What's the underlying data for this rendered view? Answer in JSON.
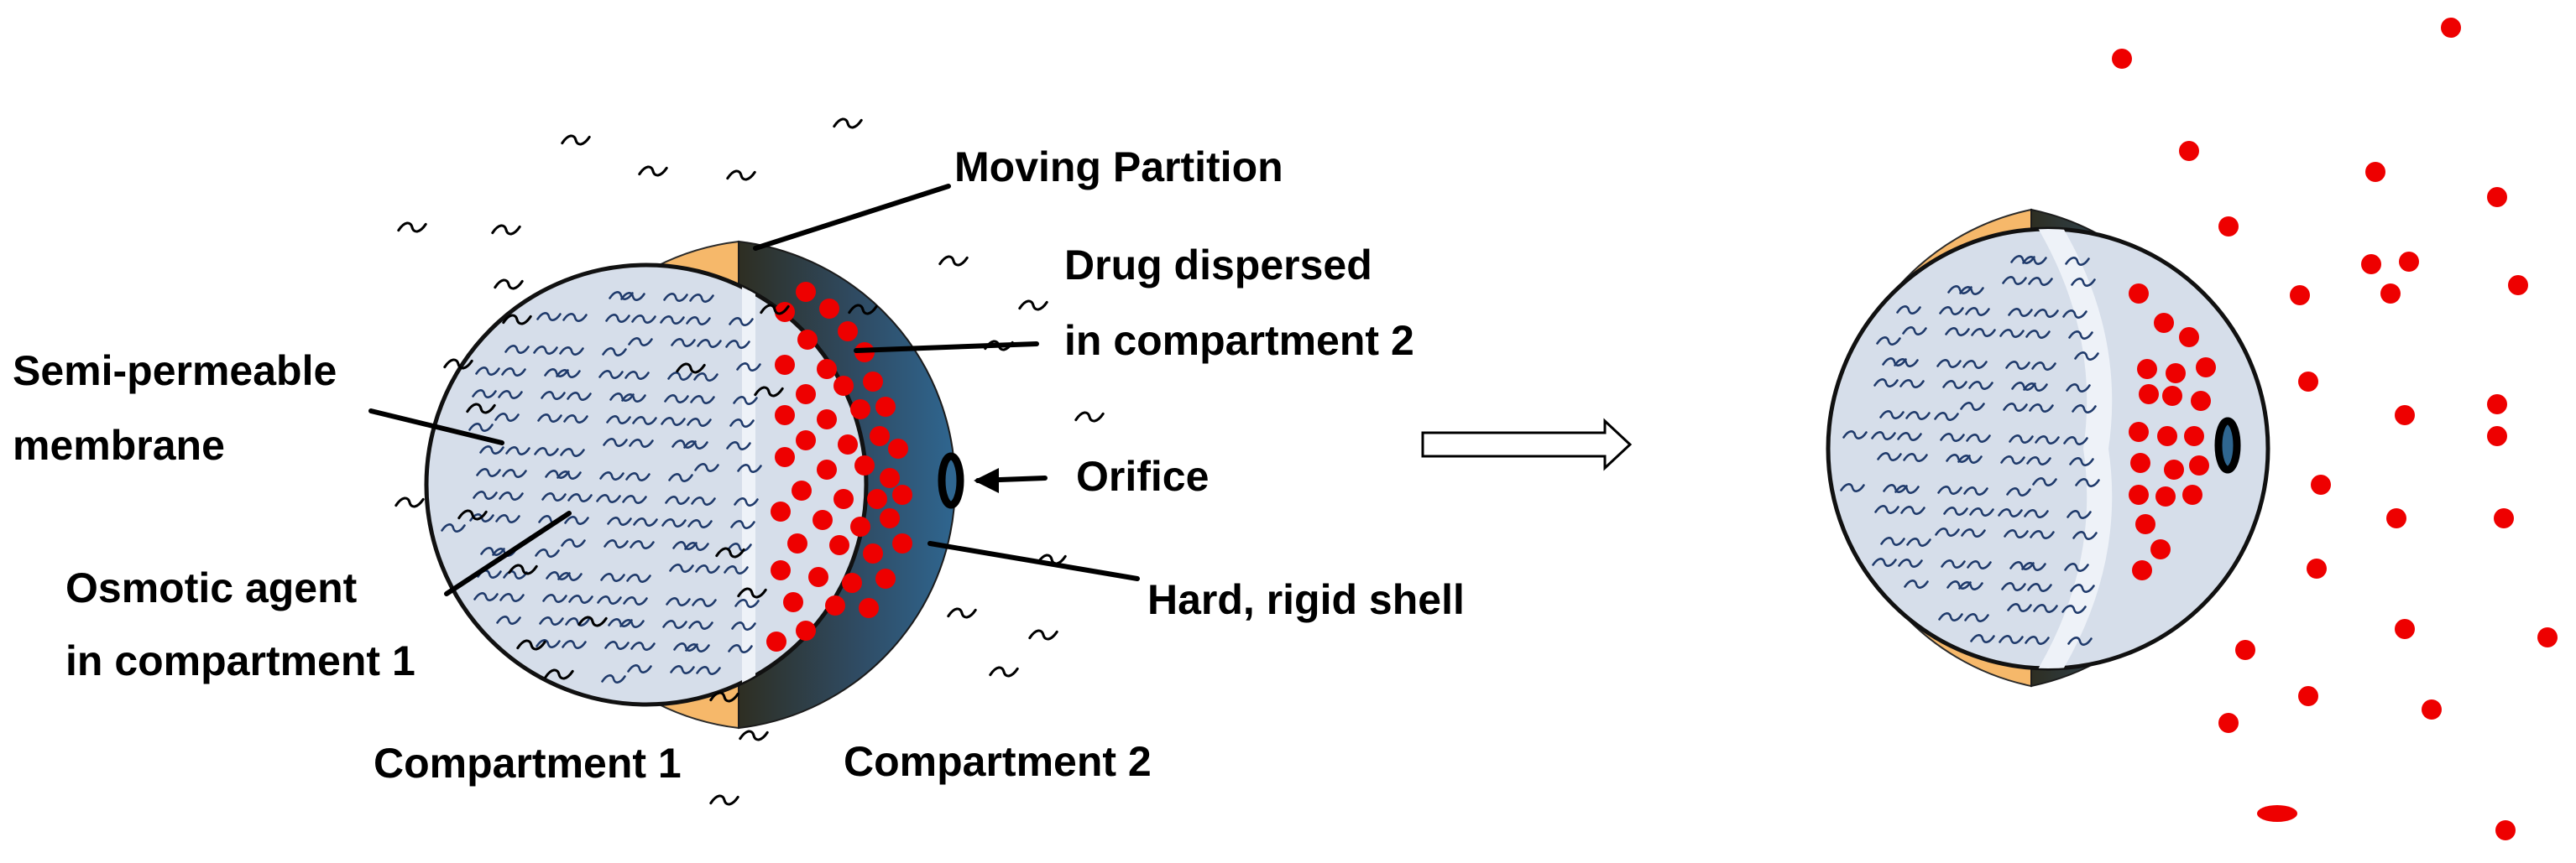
{
  "labels": {
    "moving_partition": "Moving Partition",
    "drug_line1": "Drug dispersed",
    "drug_line2": "in compartment 2",
    "semi_line1": "Semi-permeable",
    "semi_line2": "membrane",
    "orifice": "Orifice",
    "osmotic_line1": "Osmotic agent",
    "osmotic_line2": "in compartment 1",
    "shell": "Hard, rigid shell",
    "compartment1": "Compartment 1",
    "compartment2": "Compartment 2"
  },
  "colors": {
    "membrane": "#F6B86A",
    "shell_dark": "#2E2E22",
    "shell_blue": "#2F6690",
    "interior": "#D6DEEA",
    "osmotic_glyph": "#1F3A6B",
    "drug": "#EE0000",
    "water_glyph": "#000000",
    "partition": "#E8EEF6"
  },
  "icons": {
    "water": "tilde",
    "osmotic_agent": "tilde",
    "drug": "dot",
    "arrow": "hollow-right-arrow"
  }
}
